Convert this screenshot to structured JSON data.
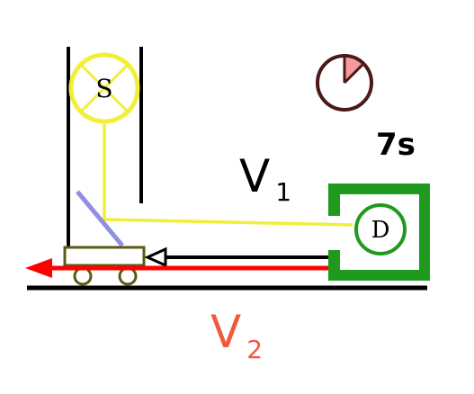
{
  "labels": {
    "source": "S",
    "detector": "D",
    "time": "7s",
    "v1_main": "V",
    "v1_sub": "1",
    "v2_main": "V",
    "v2_sub": "2"
  },
  "colors": {
    "line": "#000000",
    "light": "#f2ee3a",
    "source_fill": "#ffffff",
    "detector_frame": "#1f9a1f",
    "cart_body": "#5b5b14",
    "mirror": "#8f8fe6",
    "arrow_red": "#ff0000",
    "v2_text": "#f05a3c",
    "clock_ring": "#4a1a1a",
    "clock_fill": "#f39a9a"
  },
  "clock": {
    "elapsed_fraction": 0.125
  }
}
